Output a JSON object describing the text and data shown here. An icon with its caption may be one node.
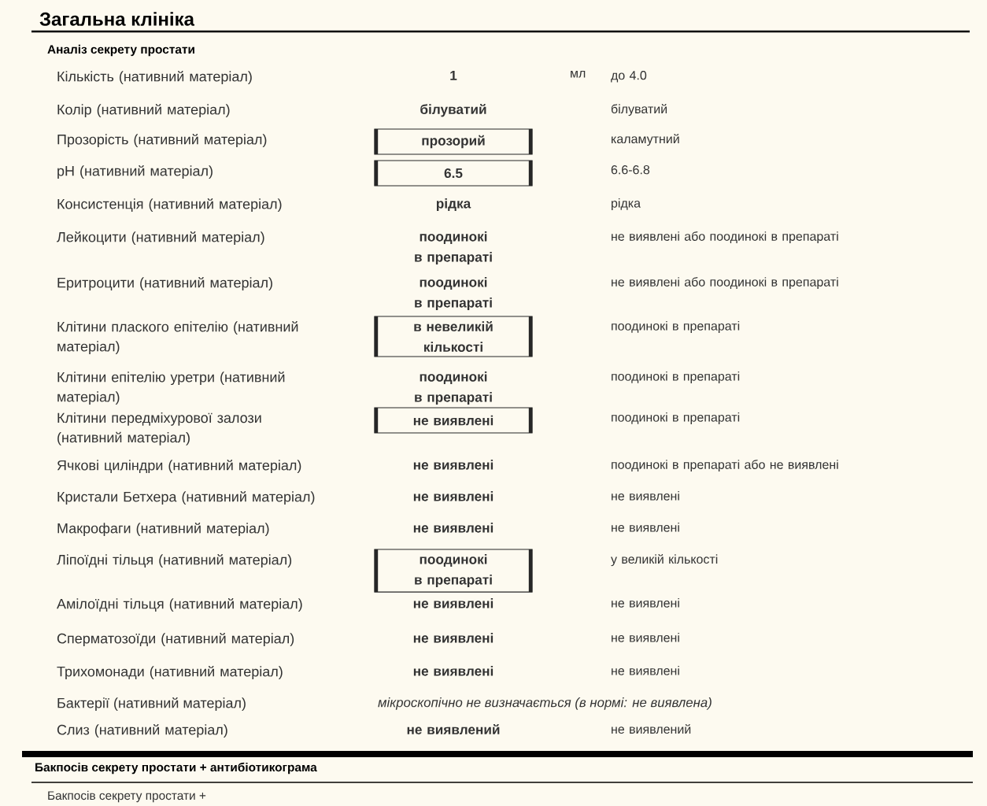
{
  "diagram": {
    "title": "Загальна клініка",
    "nodes": [
      {
        "text": [
          "прозорий"
        ]
      },
      {
        "text": [
          "6.5"
        ]
      },
      {
        "text": [
          "в невеликій кількості"
        ]
      },
      {
        "text": [
          "не виявлені"
        ]
      },
      {
        "text": [
          "поодинокі в препараті"
        ]
      }
    ],
    "labels": [
      "Аналіз секрету простати",
      "Кількість (нативний матеріал)",
      "1",
      "мл",
      "до 4.0",
      "Колір (нативний матеріал)",
      "білуватий",
      "білуватий",
      "Прозорість (нативний матеріал)",
      "каламутний",
      "pH (нативний матеріал)",
      "6.6-6.8",
      "Консистенція (нативний матеріал)",
      "рідка",
      "рідка",
      "Лейкоцити (нативний матеріал)",
      "поодинокі в препараті",
      "не виявлені або поодинокі в препараті",
      "Еритроцити (нативний матеріал)",
      "поодинокі в препараті",
      "не виявлені або поодинокі в препараті",
      "Клітини плаского епітелію (нативний матеріал)",
      "поодинокі в препараті",
      "Клітини епітелію уретри (нативний матеріал)",
      "поодинокі в препараті",
      "поодинокі в препараті",
      "Клітини передміхурової залози (нативний матеріал)",
      "поодинокі в препараті",
      "Ячкові циліндри (нативний матеріал)",
      "не виявлені",
      "поодинокі в препараті або не виявлені",
      "Кристали Бетхера (нативний матеріал)",
      "не виявлені",
      "не виявлені",
      "Макрофаги (нативний матеріал)",
      "не виявлені",
      "не виявлені",
      "Ліпоїдні тільця (нативний матеріал)",
      "у великій кількості",
      "Амілоїдні тільця (нативний матеріал)",
      "не виявлені",
      "не виявлені",
      "Сперматозоїди (нативний матеріал)",
      "не виявлені",
      "не виявлені",
      "Трихомонади (нативний матеріал)",
      "не виявлені",
      "не виявлені",
      "Бактерії (нативний матеріал)",
      "мікроскопічно не визначається (в нормі: не виявлена)",
      "Слиз (нативний матеріал)",
      "не виявлений",
      "не виявлений",
      "Бакпосів секрету простати + антибіотикограма",
      "Бакпосів секрету простати +"
    ]
  }
}
